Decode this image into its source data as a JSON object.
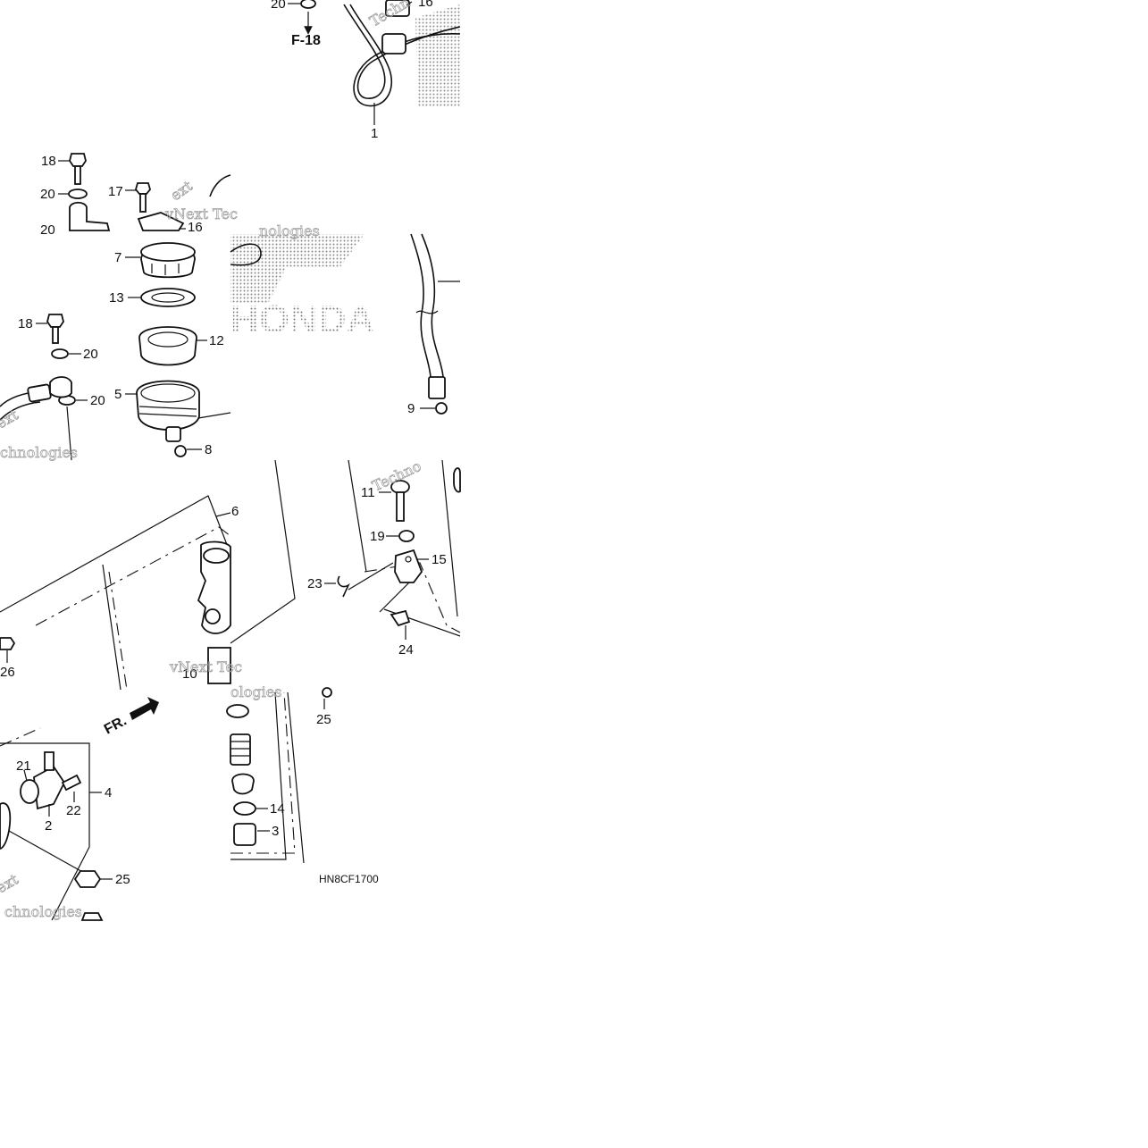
{
  "diagram_code": "HN8CF1700",
  "reference_label": "F-18",
  "front_indicator": "FR.",
  "brand_mark": "HONDA",
  "watermark_fragments": [
    "vNext Tec",
    "nologies",
    "Techn",
    "ext",
    "chnologies",
    "Techno",
    "vNext Te",
    "ologies",
    "chnologie"
  ],
  "callouts": {
    "c1": "1",
    "c2": "2",
    "c3": "3",
    "c4": "4",
    "c5": "5",
    "c6": "6",
    "c7": "7",
    "c8": "8",
    "c9": "9",
    "c10": "10",
    "c11": "11",
    "c12": "12",
    "c13": "13",
    "c14": "14",
    "c15": "15",
    "c16a": "16",
    "c16b": "16",
    "c17": "17",
    "c18a": "18",
    "c18b": "18",
    "c19": "19",
    "c20a": "20",
    "c20b": "20",
    "c20c": "20",
    "c20d": "20",
    "c20e": "20",
    "c21": "21",
    "c22": "22",
    "c23": "23",
    "c24": "24",
    "c25a": "25",
    "c25b": "25",
    "c26": "26"
  },
  "colors": {
    "line": "#111111",
    "watermark": "#9a9a9a",
    "background": "#ffffff"
  }
}
